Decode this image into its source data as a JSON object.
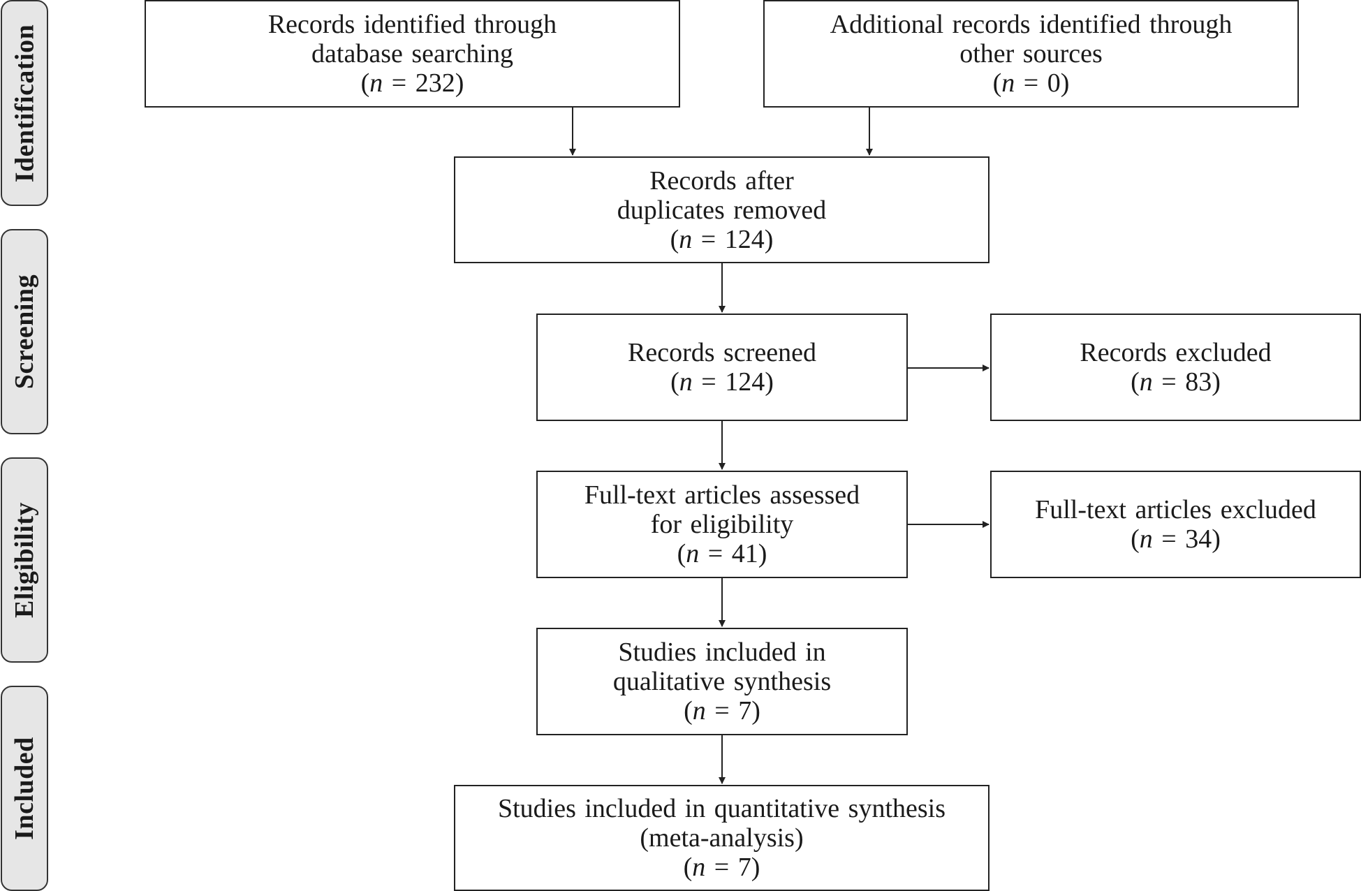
{
  "phases": {
    "identification": "Identification",
    "screening": "Screening",
    "eligibility": "Eligibility",
    "included": "Included"
  },
  "boxes": {
    "database_records": {
      "lines": [
        "Records identified through",
        "database searching"
      ],
      "n_var": "n",
      "n_value": "232"
    },
    "other_records": {
      "lines": [
        "Additional records identified through",
        "other sources"
      ],
      "n_var": "n",
      "n_value": "0"
    },
    "after_duplicates": {
      "lines": [
        "Records after",
        "duplicates removed"
      ],
      "n_var": "n",
      "n_value": "124"
    },
    "screened": {
      "lines": [
        "Records screened"
      ],
      "n_var": "n",
      "n_value": "124"
    },
    "excluded": {
      "lines": [
        "Records excluded"
      ],
      "n_var": "n",
      "n_value": "83"
    },
    "fulltext_assessed": {
      "lines": [
        "Full-text articles assessed",
        "for eligibility"
      ],
      "n_var": "n",
      "n_value": "41"
    },
    "fulltext_excluded": {
      "lines": [
        "Full-text articles excluded"
      ],
      "n_var": "n",
      "n_value": "34"
    },
    "qualitative": {
      "lines": [
        "Studies included in",
        "qualitative synthesis"
      ],
      "n_var": "n",
      "n_value": "7"
    },
    "quantitative": {
      "lines": [
        "Studies included in quantitative synthesis",
        "(meta-analysis)"
      ],
      "n_var": "n",
      "n_value": "7"
    }
  }
}
